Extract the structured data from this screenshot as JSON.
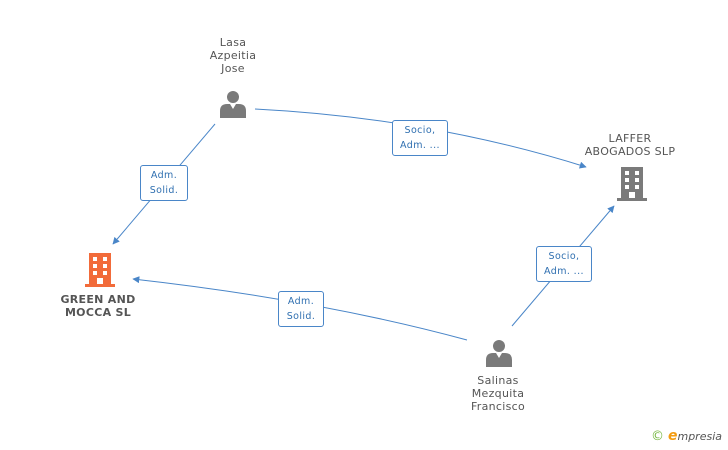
{
  "nodes": {
    "lasa": {
      "label": "Lasa\nAzpeitia\nJose",
      "icon": "person-icon"
    },
    "laffer": {
      "label": "LAFFER\nABOGADOS SLP",
      "icon": "building-icon"
    },
    "green": {
      "label": "GREEN AND\nMOCCA SL",
      "icon": "building-icon"
    },
    "salinas": {
      "label": "Salinas\nMezquita\nFrancisco",
      "icon": "person-icon"
    }
  },
  "relations": {
    "lasa_laffer": "Socio,\nAdm. ...",
    "lasa_green": "Adm.\nSolid.",
    "salinas_green": "Adm.\nSolid.",
    "salinas_laffer": "Socio,\nAdm. ..."
  },
  "brand": {
    "copyright": "©",
    "initial": "e",
    "rest": "mpresia"
  },
  "colors": {
    "edge": "#4a86c8",
    "focus": "#f26b3a",
    "entity": "#808080"
  }
}
